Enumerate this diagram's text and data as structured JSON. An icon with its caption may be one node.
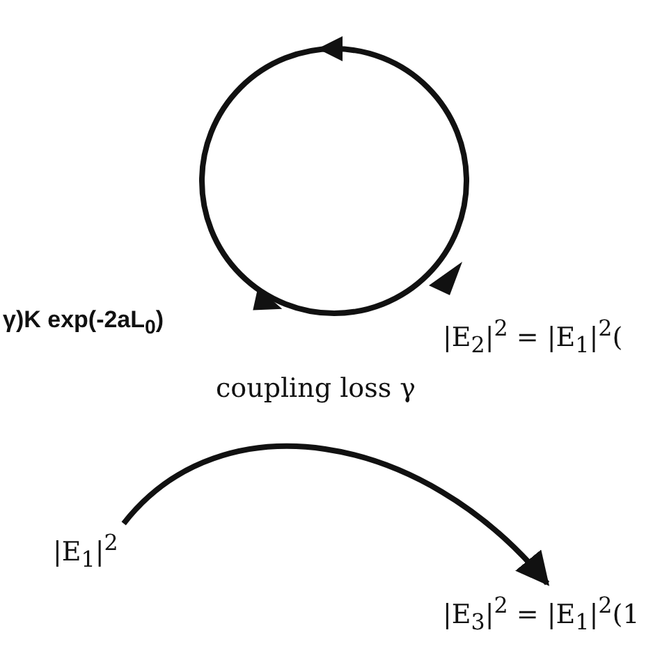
{
  "diagram": {
    "nodes": [
      {
        "text": [
          "|E$_{1}$|$^{2}$"
        ]
      },
      {
        "text": [
          "|E$_{3}$|$^{2}$ = |E$_{1}$|$^{2}$(1"
        ]
      }
    ],
    "edges": [
      {
        "from": 0,
        "to": 1,
        "arrow": "to"
      }
    ],
    "labels": [
      "γ)K exp(-2aL$_{0}$)",
      "|E$_{2}$|$^{2}$ = |E$_{1}$|$^{2}$(",
      "coupling loss γ"
    ]
  }
}
